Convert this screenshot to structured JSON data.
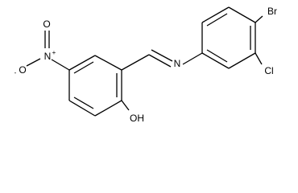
{
  "molecule": {
    "atoms": {
      "bromo": "Br",
      "chloro": "Cl",
      "imine_nitrogen": "N",
      "nitro_nitrogen": "N",
      "nitro_oxygen_top": "O",
      "nitro_oxygen_left": "O",
      "hydroxyl": "OH"
    },
    "charges": {
      "nitro_nitrogen": "+",
      "nitro_oxygen_left": "-"
    }
  }
}
